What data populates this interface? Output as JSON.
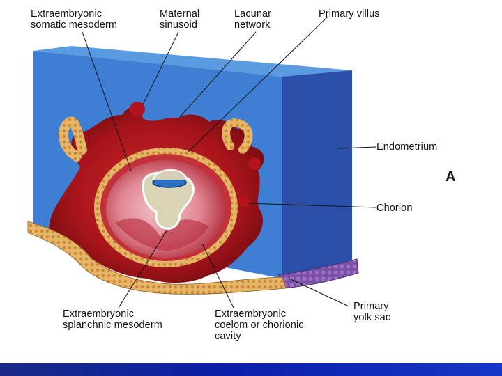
{
  "labels": {
    "extraembryonic_somatic_mesoderm": "Extraembryonic\nsomatic mesoderm",
    "maternal_sinusoid": "Maternal\nsinusoid",
    "lacunar_network": "Lacunar\nnetwork",
    "primary_villus": "Primary villus",
    "endometrium": "Endometrium",
    "panel_letter": "A",
    "chorion": "Chorion",
    "extraembryonic_splanchnic_mesoderm": "Extraembryonic\nsplanchnic mesoderm",
    "extraembryonic_coelom": "Extraembryonic\ncoelom or chorionic\ncavity",
    "primary_yolk_sac": "Primary\nyolk sac"
  },
  "colors": {
    "block_front": "#3f7fd3",
    "block_side": "#2b4fa8",
    "block_top": "#5a9ae0",
    "decidua_red": "#b3141c",
    "dark_red": "#7a0d12",
    "cytotrophoblast": "#e8b866",
    "coelom_pink": "#e9a0aa",
    "yolk_sac": "#d9d4b4",
    "amnion_blue": "#2b6fc0",
    "epithelium_purple": "#8f5fb8",
    "bottom_bar": "#0b1ea8"
  }
}
